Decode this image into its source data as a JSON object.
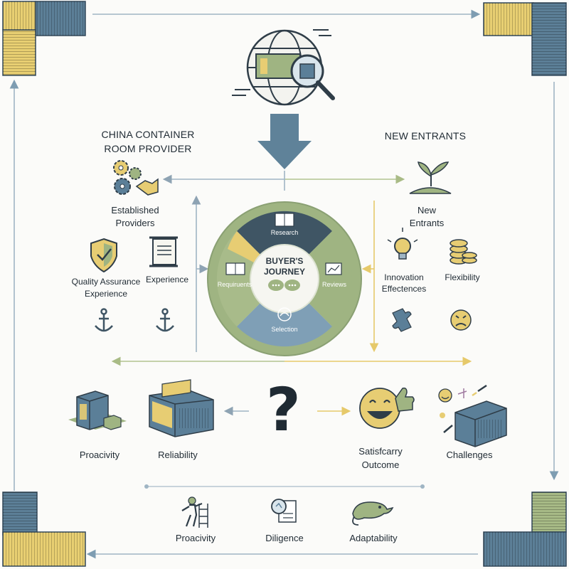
{
  "header": {
    "left_title_line1": "CHINA CONTAINER",
    "left_title_line2": "ROOM PROVIDER",
    "right_title": "NEW ENTRANTS"
  },
  "left_group": {
    "title_line1": "Established",
    "title_line2": "Providers",
    "quality_line1": "Quality Assurance",
    "quality_line2": "Experience",
    "experience": "Experience"
  },
  "right_group": {
    "title_line1": "New",
    "title_line2": "Entrants",
    "innovation_line1": "Innovation",
    "innovation_line2": "Effectences",
    "flexibility": "Flexibility"
  },
  "wheel": {
    "center_line1": "BUYER'S",
    "center_line2": "JOURNEY",
    "research": "Research",
    "requirements": "Requiruents",
    "reviews": "Reviews",
    "selection": "Selection"
  },
  "middle_row": {
    "proactivity": "Proacivity",
    "reliability": "Reliability",
    "question": "?",
    "outcome_line1": "Satisfcarry",
    "outcome_line2": "Outcome",
    "challenges": "Challenges"
  },
  "bottom_row": {
    "proactivity": "Proacivity",
    "diligence": "Diligence",
    "adaptability": "Adaptability"
  },
  "colors": {
    "steel_blue": "#5b7f98",
    "sage_green": "#9fb482",
    "mustard": "#e7cd73",
    "dark_slate": "#3f5564",
    "light_blue": "#9fb8c8"
  }
}
